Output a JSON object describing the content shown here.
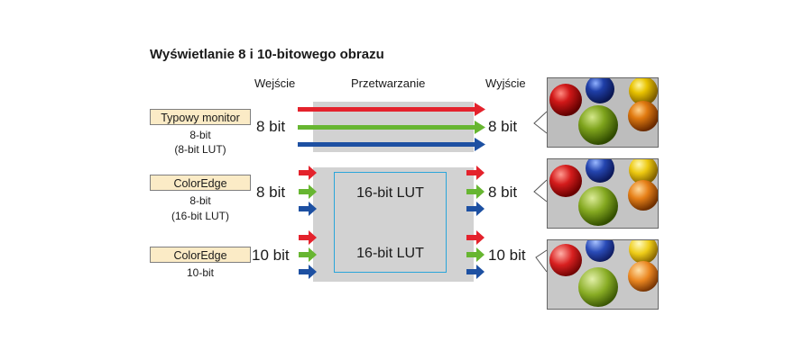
{
  "title": "Wyświetlanie 8 i 10-bitowego obrazu",
  "headers": {
    "input": "Wejście",
    "processing": "Przetwarzanie",
    "output": "Wyjście"
  },
  "rows": [
    {
      "tag": "Typowy monitor",
      "sub1": "8-bit",
      "sub2": "(8-bit LUT)",
      "input_bits": "8 bit",
      "output_bits": "8 bit"
    },
    {
      "tag": "ColorEdge",
      "sub1": "8-bit",
      "sub2": "(16-bit LUT)",
      "input_bits": "8 bit",
      "output_bits": "8 bit",
      "lut": "16-bit LUT"
    },
    {
      "tag": "ColorEdge",
      "sub1": "10-bit",
      "sub2": "",
      "input_bits": "10 bit",
      "output_bits": "10 bit",
      "lut": "16-bit LUT"
    }
  ],
  "colors": {
    "red": "#e4222c",
    "green": "#67b631",
    "blue": "#1d50a2",
    "tag_fill": "#fbebc6",
    "processing": "#d2d2d2",
    "lut_border": "#2aa5da"
  }
}
